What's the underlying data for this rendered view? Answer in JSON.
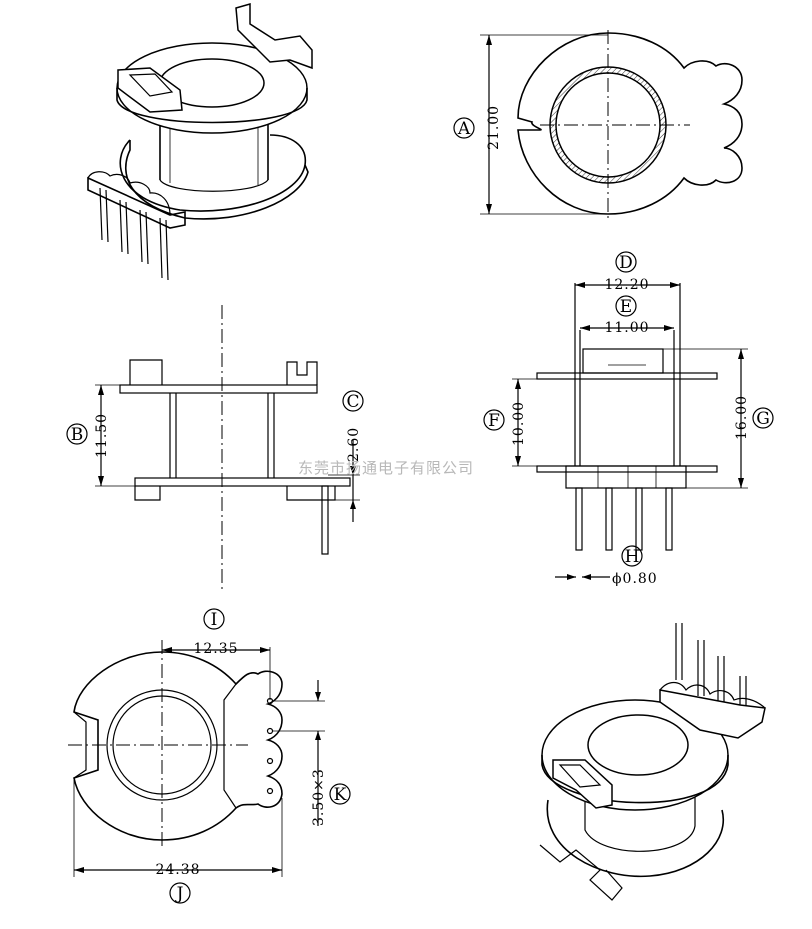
{
  "watermark": "东莞市扬通电子有限公司",
  "dimensions": {
    "A": {
      "tag": "A",
      "value": "21.00"
    },
    "B": {
      "tag": "B",
      "value": "11.50"
    },
    "C": {
      "tag": "C",
      "value": "2.60"
    },
    "D": {
      "tag": "D",
      "value": "12.20"
    },
    "E": {
      "tag": "E",
      "value": "11.00"
    },
    "F": {
      "tag": "F",
      "value": "10.00"
    },
    "G": {
      "tag": "G",
      "value": "16.00"
    },
    "H": {
      "tag": "H",
      "value": "ϕ0.80"
    },
    "I": {
      "tag": "I",
      "value": "12.35"
    },
    "J": {
      "tag": "J",
      "value": "24.38"
    },
    "K": {
      "tag": "K",
      "value": "3.50×3"
    }
  }
}
